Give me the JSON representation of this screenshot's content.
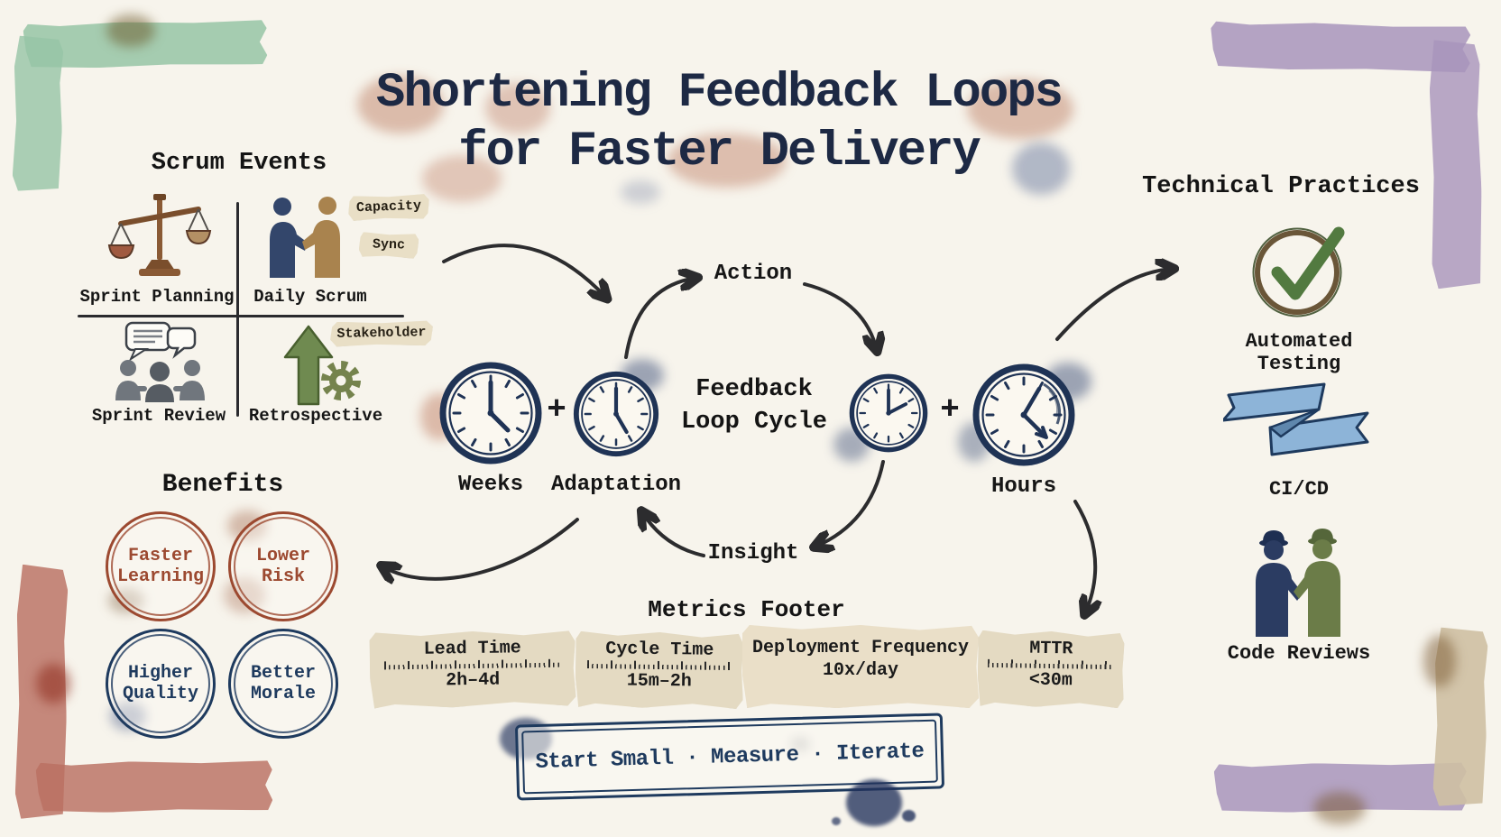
{
  "title": {
    "line1": "Shortening Feedback Loops",
    "line2": "for Faster Delivery"
  },
  "scrum_events": {
    "heading": "Scrum Events",
    "items": [
      {
        "label": "Sprint Planning",
        "icon": "balance-scale-icon"
      },
      {
        "label": "Daily Scrum",
        "icon": "handshake-people-icon",
        "tags": [
          "Capacity",
          "Sync"
        ]
      },
      {
        "label": "Sprint Review",
        "icon": "team-discussion-icon"
      },
      {
        "label": "Retrospective",
        "icon": "improvement-arrow-gear-icon",
        "tags": [
          "Stakeholder"
        ]
      }
    ]
  },
  "benefits": {
    "heading": "Benefits",
    "items": [
      {
        "line1": "Faster",
        "line2": "Learning",
        "color": "#9c4930"
      },
      {
        "line1": "Lower",
        "line2": "Risk",
        "color": "#9c4930"
      },
      {
        "line1": "Higher",
        "line2": "Quality",
        "color": "#1e3a5e"
      },
      {
        "line1": "Better",
        "line2": "Morale",
        "color": "#1e3a5e"
      }
    ]
  },
  "cycle": {
    "title_line1": "Feedback",
    "title_line2": "Loop Cycle",
    "top_label": "Action",
    "bottom_label": "Insight",
    "plus": "+",
    "clocks": [
      {
        "label": "Weeks"
      },
      {
        "label": "Adaptation"
      },
      {
        "label": ""
      },
      {
        "label": "Hours"
      }
    ]
  },
  "technical_practices": {
    "heading": "Technical Practices",
    "items": [
      {
        "label": "Automated Testing",
        "icon": "check-circle-icon"
      },
      {
        "label": "CI/CD",
        "icon": "ribbon-icon"
      },
      {
        "label": "Code Reviews",
        "icon": "pair-people-icon"
      }
    ]
  },
  "metrics": {
    "heading": "Metrics Footer",
    "items": [
      {
        "label": "Lead Time",
        "value": "2h–4d"
      },
      {
        "label": "Cycle Time",
        "value": "15m–2h"
      },
      {
        "label": "Deployment Frequency",
        "value": "10x/day"
      },
      {
        "label": "MTTR",
        "value": "<30m"
      }
    ]
  },
  "stamp": {
    "text": "Start Small · Measure · Iterate"
  },
  "colors": {
    "paper": "#f7f4ec",
    "title_navy": "#1d2944",
    "ink_navy": "#1e3a5e",
    "text_black": "#161616",
    "rust": "#9c4930",
    "arrow_black": "#2c2c2e",
    "tape_green": "#96c4a6",
    "tape_purple": "#a894bc",
    "tape_red": "#ba7062",
    "tape_tan": "#cec0a3",
    "strip_beige": "#e4dac2",
    "tag_beige": "#e9dfc6",
    "check_green": "#527a40",
    "retro_green": "#6f8a50",
    "olive": "#6b7c48",
    "ribbon_blue": "#8db4d8",
    "clock_navy": "#1f3355",
    "person_navy": "#2b3c62",
    "person_tan": "#a9834e",
    "person_gray": "#70767d"
  }
}
